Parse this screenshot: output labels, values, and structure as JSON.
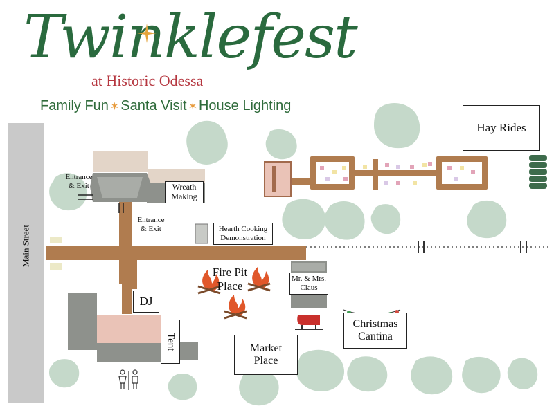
{
  "header": {
    "title": "Twinklefest",
    "subtitle": "at Historic Odessa",
    "tagline": [
      "Family Fun",
      "Santa Visit",
      "House Lighting"
    ]
  },
  "map_labels": {
    "main_street": "Main Street",
    "hay_rides": "Hay Rides",
    "entrance_exit_1": "Entrance\n& Exit",
    "entrance_exit_2": "Entrance\n& Exit",
    "wreath_making": "Wreath\nMaking",
    "hearth_cooking": "Hearth Cooking\nDemonstration",
    "fire_pit": "Fire Pit\nPlace",
    "mr_mrs_claus": "Mr. & Mrs.\nClaus",
    "dj": "DJ",
    "tent": "Tent",
    "christmas_cantina": "Christmas\nCantina",
    "market_place": "Market\nPlace"
  },
  "colors": {
    "path": "#b07c4f",
    "tree": "#c5d9ca",
    "building_roof": "#8e918c",
    "tent_pink": "#eac3b7",
    "road": "#c9c9c9",
    "accent_green": "#2a6a3e",
    "accent_red": "#b5363f"
  },
  "icons": {
    "fire": "fire-icon",
    "sleigh": "sleigh-icon",
    "restroom": "restroom-icon",
    "hay_bales": "hay-bales-icon",
    "star": "star-icon"
  }
}
